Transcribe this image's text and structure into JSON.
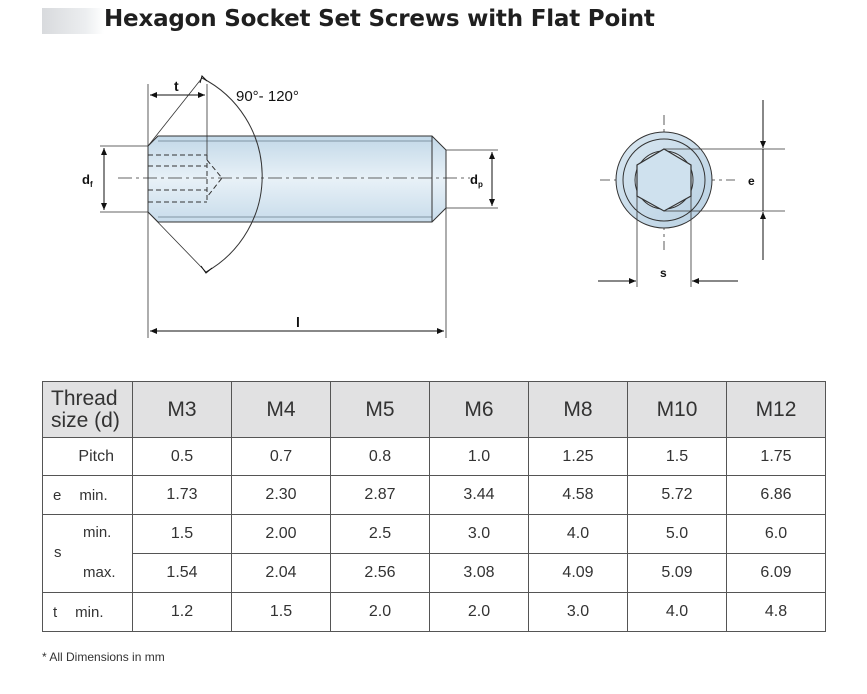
{
  "title": "Hexagon Socket Set Screws with Flat Point",
  "drawing": {
    "angle_label": "90°- 120°",
    "t_label": "t",
    "df_label": "d",
    "df_sub": "f",
    "dp_label": "d",
    "dp_sub": "p",
    "l_label": "l",
    "e_label": "e",
    "s_label": "s"
  },
  "table": {
    "header_label_line1": "Thread",
    "header_label_line2": "size (d)",
    "sizes": [
      "M3",
      "M4",
      "M5",
      "M6",
      "M8",
      "M10",
      "M12"
    ],
    "pitch_label": "Pitch",
    "pitch": [
      "0.5",
      "0.7",
      "0.8",
      "1.0",
      "1.25",
      "1.5",
      "1.75"
    ],
    "e_label": "e",
    "e_min_label": "min.",
    "e_min": [
      "1.73",
      "2.30",
      "2.87",
      "3.44",
      "4.58",
      "5.72",
      "6.86"
    ],
    "s_label": "s",
    "s_min_label": "min.",
    "s_min": [
      "1.5",
      "2.00",
      "2.5",
      "3.0",
      "4.0",
      "5.0",
      "6.0"
    ],
    "s_max_label": "max.",
    "s_max": [
      "1.54",
      "2.04",
      "2.56",
      "3.08",
      "4.09",
      "5.09",
      "6.09"
    ],
    "t_label": "t",
    "t_min_label": "min.",
    "t_min": [
      "1.2",
      "1.5",
      "2.0",
      "2.0",
      "3.0",
      "4.0",
      "4.8"
    ]
  },
  "note": "* All Dimensions in mm",
  "colors": {
    "screw_fill": "#d6e6f0",
    "header_fill": "#e1e1e2"
  }
}
